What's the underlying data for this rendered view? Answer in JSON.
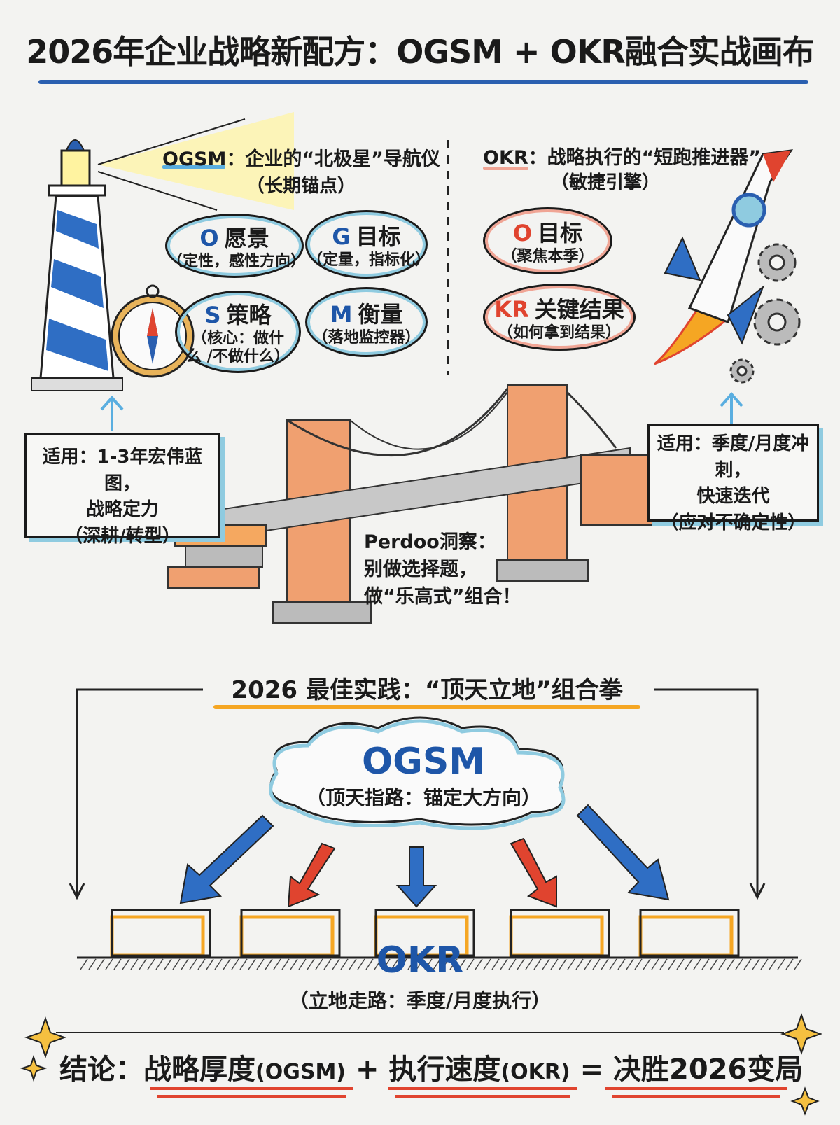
{
  "title": "2026年企业战略新配方：OGSM + OKR融合实战画布",
  "ogsm": {
    "heading_key": "OGSM",
    "heading_rest": "：企业的“北极星”导航仪",
    "subtitle": "（长期锚点）",
    "items": [
      {
        "letter": "O",
        "name": "愿景",
        "desc": "（定性，感性方向）"
      },
      {
        "letter": "G",
        "name": "目标",
        "desc": "（定量，指标化）"
      },
      {
        "letter": "S",
        "name": "策略",
        "desc": "（核心：做什么 /不做什么）"
      },
      {
        "letter": "M",
        "name": "衡量",
        "desc": "（落地监控器）"
      }
    ],
    "applies": [
      "适用：1-3年宏伟蓝图，",
      "战略定力",
      "（深耕/转型）"
    ]
  },
  "okr": {
    "heading_key": "OKR",
    "heading_rest": "：战略执行的“短跑推进器”",
    "subtitle": "（敏捷引擎）",
    "items": [
      {
        "letter": "O",
        "name": "目标",
        "desc": "（聚焦本季）"
      },
      {
        "letter": "KR",
        "name": "关键结果",
        "desc": "（如何拿到结果）"
      }
    ],
    "applies": [
      "适用：季度/月度冲刺，",
      "快速迭代",
      "（应对不确定性）"
    ]
  },
  "insight": [
    "Perdoo洞察：",
    "别做选择题，",
    "做“乐高式”组合！"
  ],
  "practice": {
    "heading": "2026 最佳实践：“顶天立地”组合拳",
    "top_label": "OGSM",
    "top_desc": "（顶天指路：锚定大方向）",
    "bottom_label": "OKR",
    "bottom_desc": "（立地走路：季度/月度执行）"
  },
  "conclusion": {
    "prefix": "结论：",
    "part1": "战略厚度",
    "part1_tag": "(OGSM)",
    "plus": " + ",
    "part2": "执行速度",
    "part2_tag": "(OKR)",
    "equals": " = ",
    "part3": "决胜2026变局"
  },
  "colors": {
    "blue": "#1e56a8",
    "light_blue": "#8fcbe0",
    "red": "#e0442f",
    "orange": "#f5a623"
  }
}
